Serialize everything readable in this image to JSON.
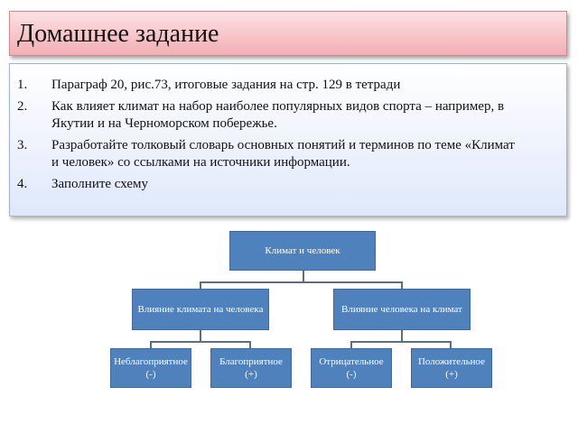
{
  "title": "Домашнее задание",
  "tasks": [
    {
      "num": "1.",
      "text": "Параграф 20, рис.73, итоговые задания на стр. 129 в тетради"
    },
    {
      "num": "2.",
      "text": "Как влияет климат на набор наиболее популярных видов спорта – например, в Якутии и на Черноморском побережье."
    },
    {
      "num": "3.",
      "text": "Разработайте толковый словарь основных понятий и терминов по теме «Климат и человек» со ссылками на источники информации."
    },
    {
      "num": "4.",
      "text": "Заполните схему"
    }
  ],
  "diagram": {
    "root": "Климат и человек",
    "left": "Влияние климата на человека",
    "right": "Влияние человека на климат",
    "leaves": [
      {
        "label": "Неблагоприятное",
        "sign": "(-)"
      },
      {
        "label": "Благоприятное",
        "sign": "(+)"
      },
      {
        "label": "Отрицательное",
        "sign": "(-)"
      },
      {
        "label": "Положительное",
        "sign": "(+)"
      }
    ],
    "colors": {
      "node": "#4f81bd",
      "connector": "#5a6e85"
    }
  }
}
